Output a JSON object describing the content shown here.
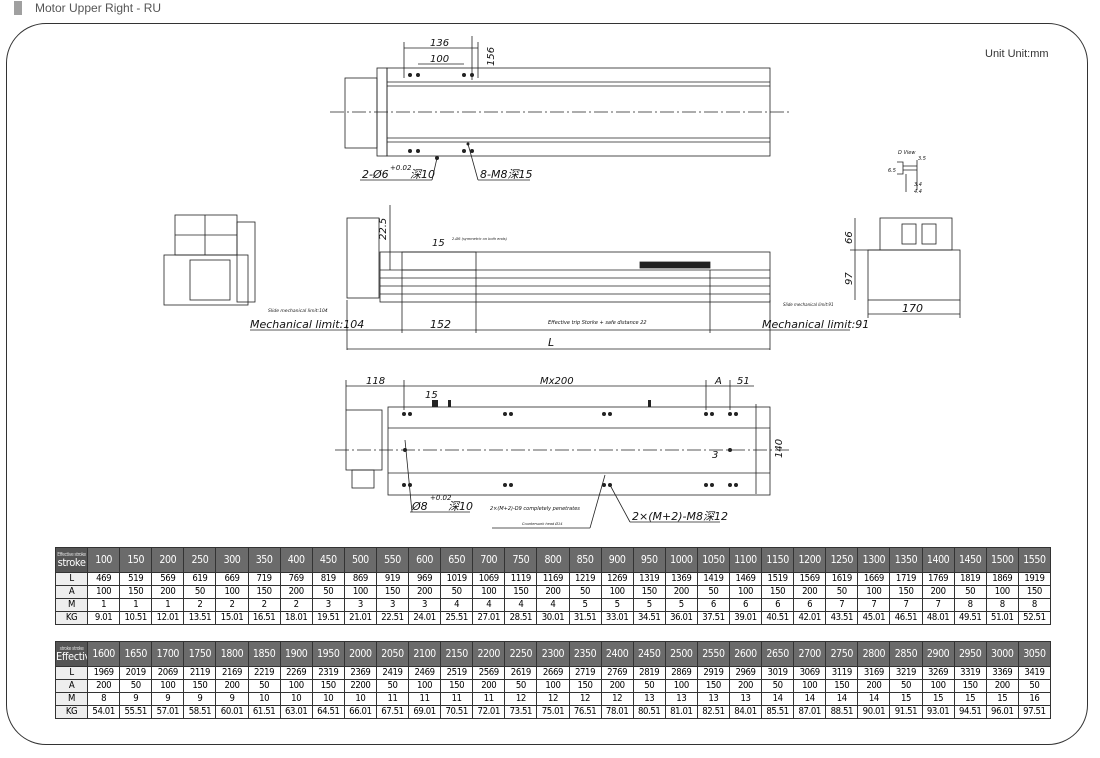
{
  "header": {
    "title": "Motor Upper Right - RU"
  },
  "unit_label": "Unit Unit:mm",
  "drawing": {
    "top_view": {
      "dim_136": "136",
      "dim_100": "100",
      "dim_156": "156",
      "hole_note": "2-Ø6",
      "hole_tol": "+0.02",
      "hole_depth": "深10",
      "thread_note": "8-M8深15"
    },
    "front_view": {
      "dim_22_5": "22.5",
      "dim_15": "15",
      "dim_152": "152",
      "mech_left": "Mechanical limit:104",
      "mech_right": "Mechanical limit:91",
      "slide_left": "Slide mechanical limit:104",
      "slide_right": "Slide mechanical limit:91",
      "effective": "Effective trip Storke + safe distance 22",
      "dim_L": "L",
      "note_small": "2-Ø6 (symmetric on both ends)"
    },
    "end_view": {
      "dim_66": "66",
      "dim_97": "97",
      "dim_170": "170"
    },
    "detail": {
      "title": "D View",
      "d1": "3.5",
      "d2": "6.5",
      "d3": "3.4",
      "d4": "4.4"
    },
    "bottom_view": {
      "dim_118": "118",
      "dim_mx200": "Mx200",
      "dim_A": "A",
      "dim_51": "51",
      "dim_15": "15",
      "dim_140": "140",
      "dim_3": "3",
      "pin_note": "Ø8",
      "pin_tol": "+0.02",
      "pin_depth": "深10",
      "through_note": "2×(M+2)-D9 completely penetrates",
      "counter_note": "Countersunk head Ø14",
      "thread_note": "2×(M+2)-M8深12"
    }
  },
  "table": {
    "header_label": "stroke",
    "header_sub": "Effective stroke",
    "header_label2": "Effective",
    "header_sub2": "stroke stroke",
    "row_labels": [
      "L",
      "A",
      "M",
      "KG"
    ],
    "blocks": [
      {
        "stroke": [
          "100",
          "150",
          "200",
          "250",
          "300",
          "350",
          "400",
          "450",
          "500",
          "550",
          "600",
          "650",
          "700",
          "750",
          "800",
          "850",
          "900",
          "950",
          "1000",
          "1050",
          "1100",
          "1150",
          "1200",
          "1250",
          "1300",
          "1350",
          "1400",
          "1450",
          "1500",
          "1550"
        ],
        "L": [
          "469",
          "519",
          "569",
          "619",
          "669",
          "719",
          "769",
          "819",
          "869",
          "919",
          "969",
          "1019",
          "1069",
          "1119",
          "1169",
          "1219",
          "1269",
          "1319",
          "1369",
          "1419",
          "1469",
          "1519",
          "1569",
          "1619",
          "1669",
          "1719",
          "1769",
          "1819",
          "1869",
          "1919"
        ],
        "A": [
          "100",
          "150",
          "200",
          "50",
          "100",
          "150",
          "200",
          "50",
          "100",
          "150",
          "200",
          "50",
          "100",
          "150",
          "200",
          "50",
          "100",
          "150",
          "200",
          "50",
          "100",
          "150",
          "200",
          "50",
          "100",
          "150",
          "200",
          "50",
          "100",
          "150"
        ],
        "M": [
          "1",
          "1",
          "1",
          "2",
          "2",
          "2",
          "2",
          "3",
          "3",
          "3",
          "3",
          "4",
          "4",
          "4",
          "4",
          "5",
          "5",
          "5",
          "5",
          "6",
          "6",
          "6",
          "6",
          "7",
          "7",
          "7",
          "7",
          "8",
          "8",
          "8"
        ],
        "KG": [
          "9.01",
          "10.51",
          "12.01",
          "13.51",
          "15.01",
          "16.51",
          "18.01",
          "19.51",
          "21.01",
          "22.51",
          "24.01",
          "25.51",
          "27.01",
          "28.51",
          "30.01",
          "31.51",
          "33.01",
          "34.51",
          "36.01",
          "37.51",
          "39.01",
          "40.51",
          "42.01",
          "43.51",
          "45.01",
          "46.51",
          "48.01",
          "49.51",
          "51.01",
          "52.51"
        ]
      },
      {
        "stroke": [
          "1600",
          "1650",
          "1700",
          "1750",
          "1800",
          "1850",
          "1900",
          "1950",
          "2000",
          "2050",
          "2100",
          "2150",
          "2200",
          "2250",
          "2300",
          "2350",
          "2400",
          "2450",
          "2500",
          "2550",
          "2600",
          "2650",
          "2700",
          "2750",
          "2800",
          "2850",
          "2900",
          "2950",
          "3000",
          "3050"
        ],
        "L": [
          "1969",
          "2019",
          "2069",
          "2119",
          "2169",
          "2219",
          "2269",
          "2319",
          "2369",
          "2419",
          "2469",
          "2519",
          "2569",
          "2619",
          "2669",
          "2719",
          "2769",
          "2819",
          "2869",
          "2919",
          "2969",
          "3019",
          "3069",
          "3119",
          "3169",
          "3219",
          "3269",
          "3319",
          "3369",
          "3419"
        ],
        "A": [
          "200",
          "50",
          "100",
          "150",
          "200",
          "50",
          "100",
          "150",
          "2200",
          "50",
          "100",
          "150",
          "200",
          "50",
          "100",
          "150",
          "200",
          "50",
          "100",
          "150",
          "200",
          "50",
          "100",
          "150",
          "200",
          "50",
          "100",
          "150",
          "200",
          "50"
        ],
        "M": [
          "8",
          "9",
          "9",
          "9",
          "9",
          "10",
          "10",
          "10",
          "10",
          "11",
          "11",
          "11",
          "11",
          "12",
          "12",
          "12",
          "12",
          "13",
          "13",
          "13",
          "13",
          "14",
          "14",
          "14",
          "14",
          "15",
          "15",
          "15",
          "15",
          "16"
        ],
        "KG": [
          "54.01",
          "55.51",
          "57.01",
          "58.51",
          "60.01",
          "61.51",
          "63.01",
          "64.51",
          "66.01",
          "67.51",
          "69.01",
          "70.51",
          "72.01",
          "73.51",
          "75.01",
          "76.51",
          "78.01",
          "80.51",
          "81.01",
          "82.51",
          "84.01",
          "85.51",
          "87.01",
          "88.51",
          "90.01",
          "91.51",
          "93.01",
          "94.51",
          "96.01",
          "97.51"
        ]
      }
    ]
  }
}
